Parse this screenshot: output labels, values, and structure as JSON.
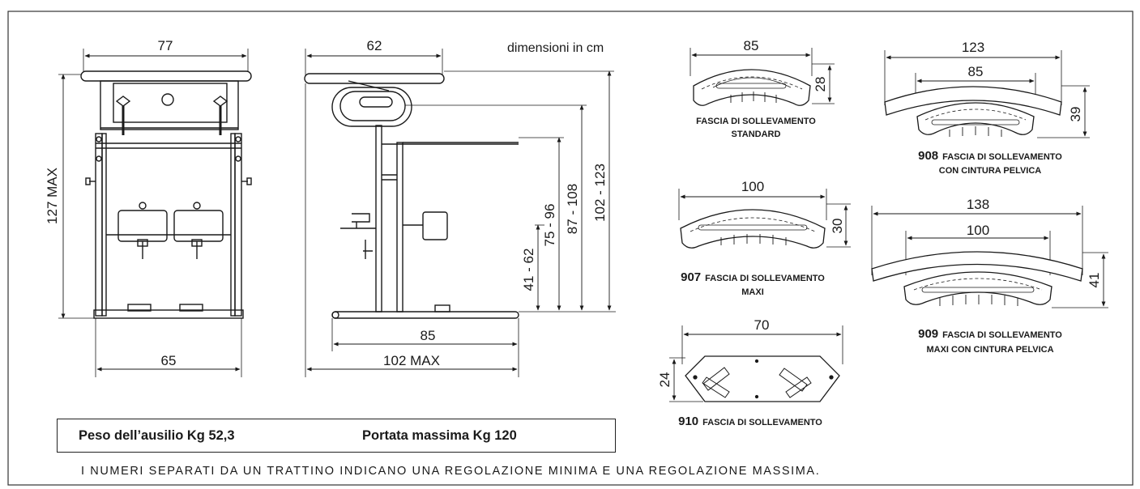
{
  "units_label": "dimensioni in cm",
  "front_view": {
    "width_top": "77",
    "height": "127 MAX",
    "width_base": "65"
  },
  "side_view": {
    "width_top": "62",
    "base_width": "85",
    "length": "102 MAX",
    "heights": [
      "41 - 62",
      "75 - 96",
      "87 - 108",
      "102 - 123"
    ]
  },
  "slings": [
    {
      "code": "",
      "caption_line1": "FASCIA DI SOLLEVAMENTO",
      "caption_line2": "STANDARD",
      "width": "85",
      "height": "28"
    },
    {
      "code": "907",
      "caption_line1": "FASCIA DI SOLLEVAMENTO",
      "caption_line2": "MAXI",
      "width": "100",
      "height": "30"
    },
    {
      "code": "908",
      "caption_line1": "FASCIA DI SOLLEVAMENTO",
      "caption_line2": "CON CINTURA PELVICA",
      "width_outer": "123",
      "width_inner": "85",
      "height": "39"
    },
    {
      "code": "909",
      "caption_line1": "FASCIA DI SOLLEVAMENTO",
      "caption_line2": "MAXI CON CINTURA PELVICA",
      "width_outer": "138",
      "width_inner": "100",
      "height": "41"
    },
    {
      "code": "910",
      "caption_line1": "FASCIA DI SOLLEVAMENTO",
      "caption_line2": "",
      "width": "70",
      "height": "24"
    }
  ],
  "weight_box": {
    "weight": "Peso dell’ausilio Kg 52,3",
    "capacity": "Portata massima Kg 120"
  },
  "footer_note": "I NUMERI SEPARATI DA UN TRATTINO INDICANO UNA REGOLAZIONE MINIMA E UNA REGOLAZIONE MASSIMA."
}
